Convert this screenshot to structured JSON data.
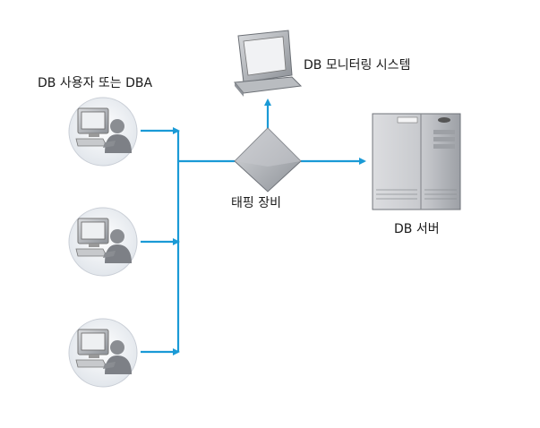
{
  "labels": {
    "users": "DB 사용자 또는 DBA",
    "monitor": "DB 모니터링 시스템",
    "tap": "태핑 장비",
    "server": "DB 서버"
  },
  "colors": {
    "line": "#1a9ad6",
    "circle_fill": "#eef1f5",
    "diamond": "#a3a7ad"
  },
  "icons": [
    "user-computer-icon",
    "monitor-computer-icon",
    "tapping-device-icon",
    "db-server-icon"
  ]
}
